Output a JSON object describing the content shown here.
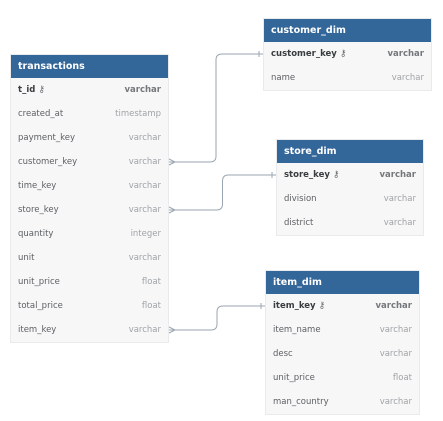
{
  "tables": {
    "transactions": {
      "name": "transactions",
      "columns": [
        {
          "name": "t_id",
          "type": "varchar",
          "pk": true
        },
        {
          "name": "created_at",
          "type": "timestamp"
        },
        {
          "name": "payment_key",
          "type": "varchar"
        },
        {
          "name": "customer_key",
          "type": "varchar"
        },
        {
          "name": "time_key",
          "type": "varchar"
        },
        {
          "name": "store_key",
          "type": "varchar"
        },
        {
          "name": "quantity",
          "type": "integer"
        },
        {
          "name": "unit",
          "type": "varchar"
        },
        {
          "name": "unit_price",
          "type": "float"
        },
        {
          "name": "total_price",
          "type": "float"
        },
        {
          "name": "item_key",
          "type": "varchar"
        }
      ]
    },
    "customer_dim": {
      "name": "customer_dim",
      "columns": [
        {
          "name": "customer_key",
          "type": "varchar",
          "pk": true
        },
        {
          "name": "name",
          "type": "varchar"
        }
      ]
    },
    "store_dim": {
      "name": "store_dim",
      "columns": [
        {
          "name": "store_key",
          "type": "varchar",
          "pk": true
        },
        {
          "name": "division",
          "type": "varchar"
        },
        {
          "name": "district",
          "type": "varchar"
        }
      ]
    },
    "item_dim": {
      "name": "item_dim",
      "columns": [
        {
          "name": "item_key",
          "type": "varchar",
          "pk": true
        },
        {
          "name": "item_name",
          "type": "varchar"
        },
        {
          "name": "desc",
          "type": "varchar"
        },
        {
          "name": "unit_price",
          "type": "float"
        },
        {
          "name": "man_country",
          "type": "varchar"
        }
      ]
    }
  },
  "relationships": [
    {
      "from_table": "transactions",
      "from_column": "customer_key",
      "to_table": "customer_dim",
      "to_column": "customer_key"
    },
    {
      "from_table": "transactions",
      "from_column": "store_key",
      "to_table": "store_dim",
      "to_column": "store_key"
    },
    {
      "from_table": "transactions",
      "from_column": "item_key",
      "to_table": "item_dim",
      "to_column": "item_key"
    }
  ],
  "colors": {
    "header": "#336699",
    "body": "#f7f7f7",
    "connector": "#9aa6b2"
  },
  "icons": {
    "primary_key": "key-icon"
  }
}
